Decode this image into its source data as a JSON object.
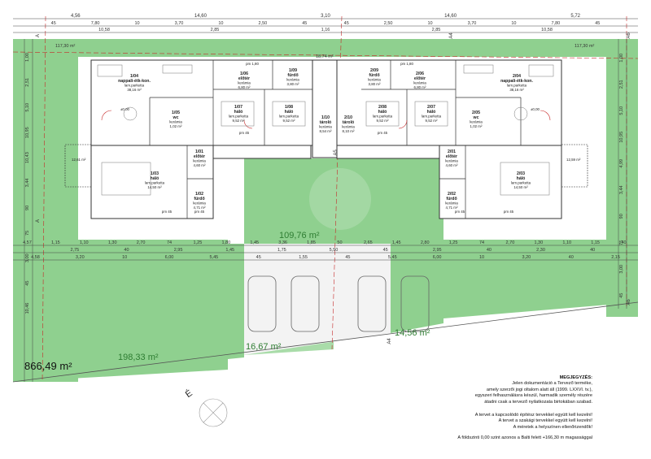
{
  "plot": {
    "total_area": "866,49 m²",
    "green_left": "198,33 m²",
    "green_center": "109,76 m²",
    "green_drive": "16,67 m²",
    "green_right": "14,56 m²",
    "strip_left": "117,30 m²",
    "strip_right": "117,30 m²",
    "strip_mid": "18,74 m²",
    "terrace_left": "12,61 m²",
    "terrace_right": "12,59 m²"
  },
  "top_dims": {
    "row1": [
      "4,56",
      "14,60",
      "3,10",
      "14,60",
      "5,72"
    ],
    "row2": [
      "45",
      "7,80",
      "10",
      "3,70",
      "10",
      "2,50",
      "45",
      "45",
      "2,50",
      "10",
      "3,70",
      "10",
      "7,80",
      "45"
    ],
    "row3": [
      "10,58",
      "2,85",
      "1,16",
      "2,85",
      "10,58"
    ]
  },
  "bottom_dims": {
    "row1": [
      "4,57",
      "1,15",
      "1,10",
      "1,30",
      "2,70",
      "74",
      "1,25",
      "1,80",
      "1,45",
      "3,36",
      "1,85",
      "50",
      "2,65",
      "1,45",
      "2,80",
      "1,25",
      "74",
      "2,70",
      "1,30",
      "1,10",
      "1,15",
      "40"
    ],
    "row2": [
      "2,75",
      "40",
      "2,95",
      "1,45",
      "1,75",
      "5,50",
      "45",
      "2,95",
      "40",
      "2,30",
      "40"
    ],
    "row3": [
      "4,58",
      "3,20",
      "10",
      "6,00",
      "5,45",
      "45",
      "1,55",
      "45",
      "5,45",
      "6,00",
      "10",
      "3,20",
      "40",
      "2,15"
    ]
  },
  "side_dims": {
    "left": [
      "1,00",
      "2,51",
      "5,10",
      "10,95",
      "10,43",
      "3,44",
      "90",
      "75",
      "3,00",
      "45",
      "10,46"
    ],
    "right": [
      "1,00",
      "2,51",
      "5,10",
      "10,95",
      "4,99",
      "3,44",
      "90",
      "75",
      "3,00",
      "45"
    ]
  },
  "sections": [
    "A",
    "A",
    "A4",
    "A5",
    "A6",
    "A6",
    "A4"
  ],
  "rooms_left": [
    {
      "num": "1/04",
      "name": "nappali-étk-kon.",
      "floor": "lam.parketta",
      "area": "38,16 m²"
    },
    {
      "num": "1/06",
      "name": "előtér",
      "floor": "kerámia",
      "area": "6,80 m²"
    },
    {
      "num": "1/05",
      "name": "wc",
      "floor": "kerámia",
      "area": "1,02 m²"
    },
    {
      "num": "1/07",
      "name": "háló",
      "floor": "lam.parketta",
      "area": "9,52 m²"
    },
    {
      "num": "1/08",
      "name": "háló",
      "floor": "lam.parketta",
      "area": "9,52 m²"
    },
    {
      "num": "1/09",
      "name": "fürdő",
      "floor": "kerámia",
      "area": "3,80 m²"
    },
    {
      "num": "1/01",
      "name": "előtér",
      "floor": "kerámia",
      "area": "4,60 m²"
    },
    {
      "num": "1/03",
      "name": "háló",
      "floor": "lam.parketta",
      "area": "14,50 m²"
    },
    {
      "num": "1/02",
      "name": "fürdő",
      "floor": "kerámia",
      "area": "4,71 m²"
    },
    {
      "num": "1/10",
      "name": "tároló",
      "floor": "kerámia",
      "area": "8,54 m²"
    }
  ],
  "rooms_right": [
    {
      "num": "2/04",
      "name": "nappali-étk-kon.",
      "floor": "lam.parketta",
      "area": "38,16 m²"
    },
    {
      "num": "2/06",
      "name": "előtér",
      "floor": "kerámia",
      "area": "6,80 m²"
    },
    {
      "num": "2/05",
      "name": "wc",
      "floor": "kerámia",
      "area": "1,02 m²"
    },
    {
      "num": "2/07",
      "name": "háló",
      "floor": "lam.parketta",
      "area": "9,52 m²"
    },
    {
      "num": "2/08",
      "name": "háló",
      "floor": "lam.parketta",
      "area": "9,52 m²"
    },
    {
      "num": "2/09",
      "name": "fürdő",
      "floor": "kerámia",
      "area": "3,80 m²"
    },
    {
      "num": "2/01",
      "name": "előtér",
      "floor": "kerámia",
      "area": "4,60 m²"
    },
    {
      "num": "2/03",
      "name": "háló",
      "floor": "lam.parketta",
      "area": "14,50 m²"
    },
    {
      "num": "2/02",
      "name": "fürdő",
      "floor": "kerámia",
      "area": "4,71 m²"
    },
    {
      "num": "2/10",
      "name": "tároló",
      "floor": "kerámia",
      "area": "8,10 m²"
    }
  ],
  "misc": {
    "level_left": "±0,00",
    "level_right": "±0,00",
    "pm45": "pm 45",
    "pm180": "pm 1,80",
    "north": "É"
  },
  "notes": {
    "heading": "MEGJEGYZÉS:",
    "lines": [
      "Jelen dokumentáció a Tervező terméke,",
      "amely szerzői jogi oltalom alatt áll (1999. LXXVI. tv.),",
      "egyszeri felhasználásra készül, harmadik személy részére",
      "átadni csak a tervező nyilatkozata birtokában szabad."
    ],
    "lines2": [
      "A tervet a kapcsolódó építész tervekkel együtt kell kezelni!",
      "A tervet a szakági tervekkel együtt kell kezelni!",
      "A méretek a helyszínen ellenőrizendők!"
    ],
    "footer": "A földszinti 0,00 szint azonos a Balti felett +166,30 m magassággal"
  },
  "colors": {
    "lawn": "#8fd08f",
    "lawn_light": "#a9dca9",
    "wall": "#333333",
    "dim_line": "#444444",
    "red_line": "#c62828",
    "dimension_blue": "#1f4fd1"
  }
}
